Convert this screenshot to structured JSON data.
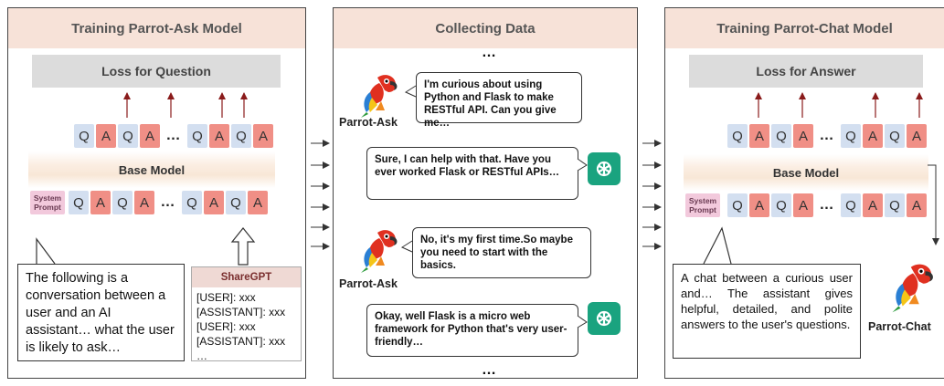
{
  "panels": {
    "ask": {
      "title": "Training Parrot-Ask Model",
      "loss_label": "Loss for Question",
      "base_label": "Base Model",
      "system_prompt_label": "System Prompt",
      "callout_text": "The following is a conversation between a user and an AI assistant… what the user is likely to ask…",
      "sharegpt": {
        "title": "ShareGPT",
        "lines": [
          "[USER]: xxx",
          "[ASSISTANT]: xxx",
          "[USER]: xxx",
          "[ASSISTANT]: xxx",
          "…"
        ]
      }
    },
    "collect": {
      "title": "Collecting Data",
      "top_dots": "…",
      "bottom_dots": "…",
      "messages": [
        {
          "speaker": "Parrot-Ask",
          "text": "I'm curious about using Python and Flask to make RESTful API. Can you give me…"
        },
        {
          "speaker": "ChatGPT",
          "text": "Sure, I can help with that. Have you ever worked Flask or RESTful APIs…"
        },
        {
          "speaker": "Parrot-Ask",
          "text": "No, it's my first time.So maybe you need to start with the basics."
        },
        {
          "speaker": "ChatGPT",
          "text": "Okay, well Flask is a micro web framework for Python that's very user-friendly…"
        }
      ]
    },
    "chat": {
      "title": "Training Parrot-Chat Model",
      "loss_label": "Loss for Answer",
      "base_label": "Base Model",
      "system_prompt_label": "System Prompt",
      "callout_text": "A chat between a curious user and… The assistant gives helpful, detailed, and polite answers to the user's questions.",
      "parrot_label": "Parrot-Chat"
    }
  },
  "token_labels": {
    "q": "Q",
    "a": "A",
    "dots": "…"
  },
  "colors": {
    "header": "#f7e2d8",
    "question": "#d3dff0",
    "answer": "#f08f86",
    "system": "#f2c9dc",
    "chatgpt": "#1aa37f"
  }
}
